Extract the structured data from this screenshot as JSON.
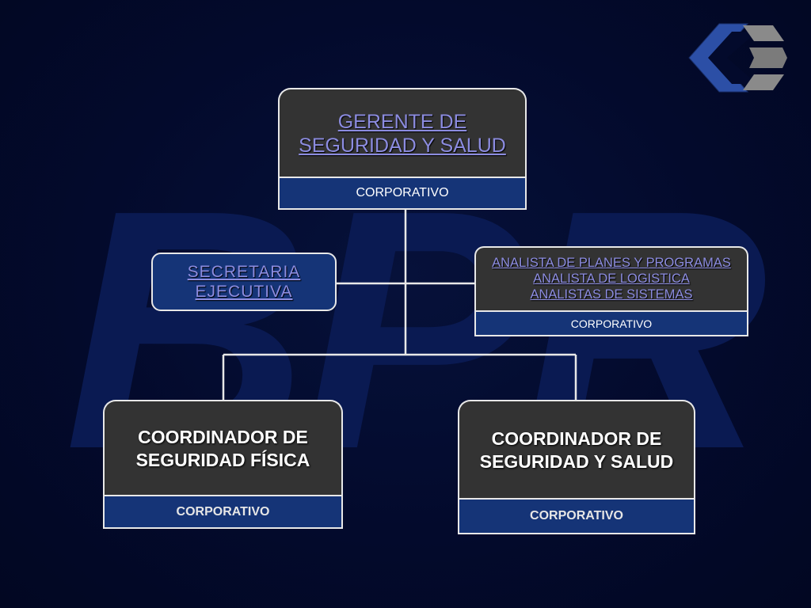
{
  "watermark": {
    "text": "BPR",
    "color": "#0a1a52"
  },
  "logo": {
    "colors": {
      "blue": "#2c4fa6",
      "gray": "#8a8a8a"
    }
  },
  "colors": {
    "background": "#030a2c",
    "node_dark": "#333333",
    "node_blue": "#153477",
    "link_text": "#8c8ce0",
    "connector": "#e8e8e8"
  },
  "org_chart": {
    "gerente": {
      "title_lines": [
        "GERENTE DE",
        "SEGURIDAD Y SALUD"
      ],
      "subtitle": "CORPORATIVO"
    },
    "secretaria": {
      "title_lines": [
        "SECRETARIA",
        "EJECUTIVA"
      ]
    },
    "analistas": {
      "title_lines": [
        "ANALISTA DE PLANES Y PROGRAMAS",
        "ANALISTA DE LOGISTICA",
        "ANALISTAS DE SISTEMAS"
      ],
      "subtitle": "CORPORATIVO"
    },
    "coordinador_fisica": {
      "title_lines": [
        "COORDINADOR DE",
        "SEGURIDAD FÍSICA"
      ],
      "subtitle": "CORPORATIVO"
    },
    "coordinador_seguridad": {
      "title_lines": [
        "COORDINADOR DE",
        "SEGURIDAD Y SALUD"
      ],
      "subtitle": "CORPORATIVO"
    }
  }
}
